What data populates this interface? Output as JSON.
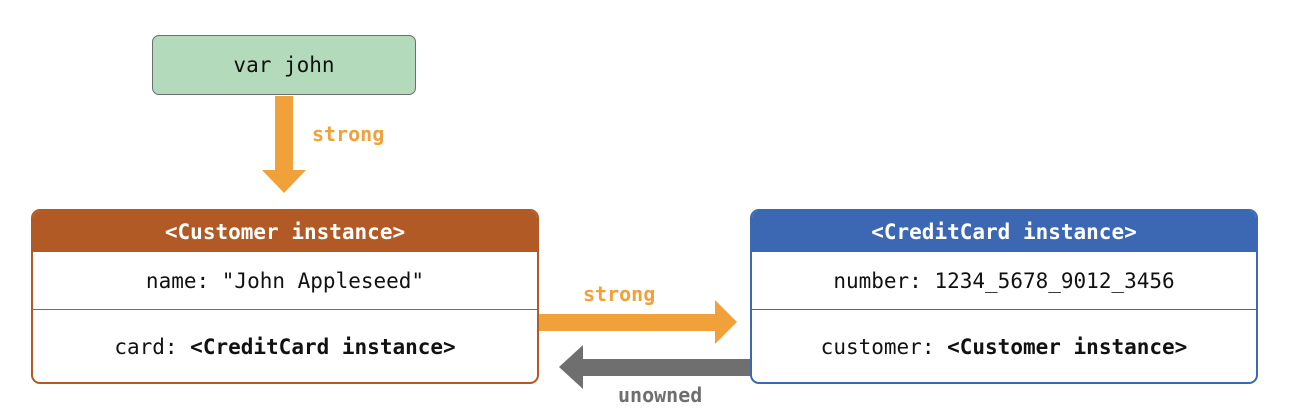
{
  "variable": {
    "label": "var john"
  },
  "customer_instance": {
    "title": "<Customer instance>",
    "name_row": "name: \"John Appleseed\"",
    "card_key": "card: ",
    "card_value": "<CreditCard instance>"
  },
  "creditcard_instance": {
    "title": "<CreditCard instance>",
    "number_row": "number: 1234_5678_9012_3456",
    "customer_key": "customer: ",
    "customer_value": "<Customer instance>"
  },
  "references": {
    "john_to_customer": "strong",
    "customer_to_card": "strong",
    "card_to_customer": "unowned"
  },
  "colors": {
    "variable_fill": "#b3dabb",
    "customer_accent": "#b25a26",
    "creditcard_accent": "#3c68b3",
    "strong_reference": "#f0a13a",
    "unowned_reference": "#6f6f6f"
  }
}
